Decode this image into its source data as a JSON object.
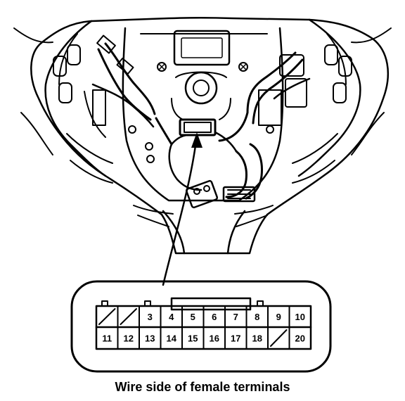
{
  "caption": "Wire side of female terminals",
  "connector": {
    "top_row": [
      {
        "num": "",
        "blank": true
      },
      {
        "num": "",
        "blank": true
      },
      {
        "num": "3",
        "blank": false
      },
      {
        "num": "4",
        "blank": false
      },
      {
        "num": "5",
        "blank": false
      },
      {
        "num": "6",
        "blank": false
      },
      {
        "num": "7",
        "blank": false
      },
      {
        "num": "8",
        "blank": false
      },
      {
        "num": "9",
        "blank": false
      },
      {
        "num": "10",
        "blank": false
      }
    ],
    "bottom_row": [
      {
        "num": "11",
        "blank": false
      },
      {
        "num": "12",
        "blank": false
      },
      {
        "num": "13",
        "blank": false
      },
      {
        "num": "14",
        "blank": false
      },
      {
        "num": "15",
        "blank": false
      },
      {
        "num": "16",
        "blank": false
      },
      {
        "num": "17",
        "blank": false
      },
      {
        "num": "18",
        "blank": false
      },
      {
        "num": "",
        "blank": true
      },
      {
        "num": "20",
        "blank": false
      }
    ]
  }
}
